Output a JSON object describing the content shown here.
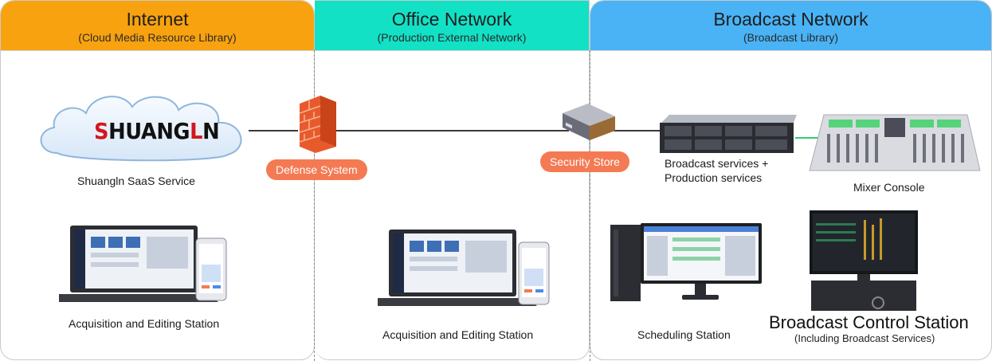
{
  "zones": [
    {
      "title": "Internet",
      "subtitle": "(Cloud Media Resource Library)",
      "color": "#f9a20f"
    },
    {
      "title": "Office Network",
      "subtitle": "(Production External Network)",
      "color": "#12e1c6"
    },
    {
      "title": "Broadcast Network",
      "subtitle": "(Broadcast Library)",
      "color": "#49b3f5"
    }
  ],
  "cloud": {
    "logo_text": "SHUANGLN",
    "logo_first": "S",
    "logo_mid": "HUANG",
    "logo_l": "L",
    "logo_last": "N",
    "label": "Shuangln SaaS Service"
  },
  "internet_station": {
    "label": "Acquisition and Editing Station"
  },
  "office_station": {
    "label": "Acquisition and Editing Station"
  },
  "firewall": {
    "label": "Defense System"
  },
  "security": {
    "label": "Security Store"
  },
  "server": {
    "label_line1": "Broadcast services +",
    "label_line2": "Production services"
  },
  "mixer": {
    "label": "Mixer Console"
  },
  "scheduling": {
    "label": "Scheduling Station"
  },
  "control": {
    "label": "Broadcast Control Station",
    "sub": "(Including Broadcast Services)"
  },
  "colors": {
    "pill": "#f47a54",
    "logo_red": "#d3161d",
    "link": "#3a3a3a",
    "mixer_link": "#2ecc71"
  }
}
